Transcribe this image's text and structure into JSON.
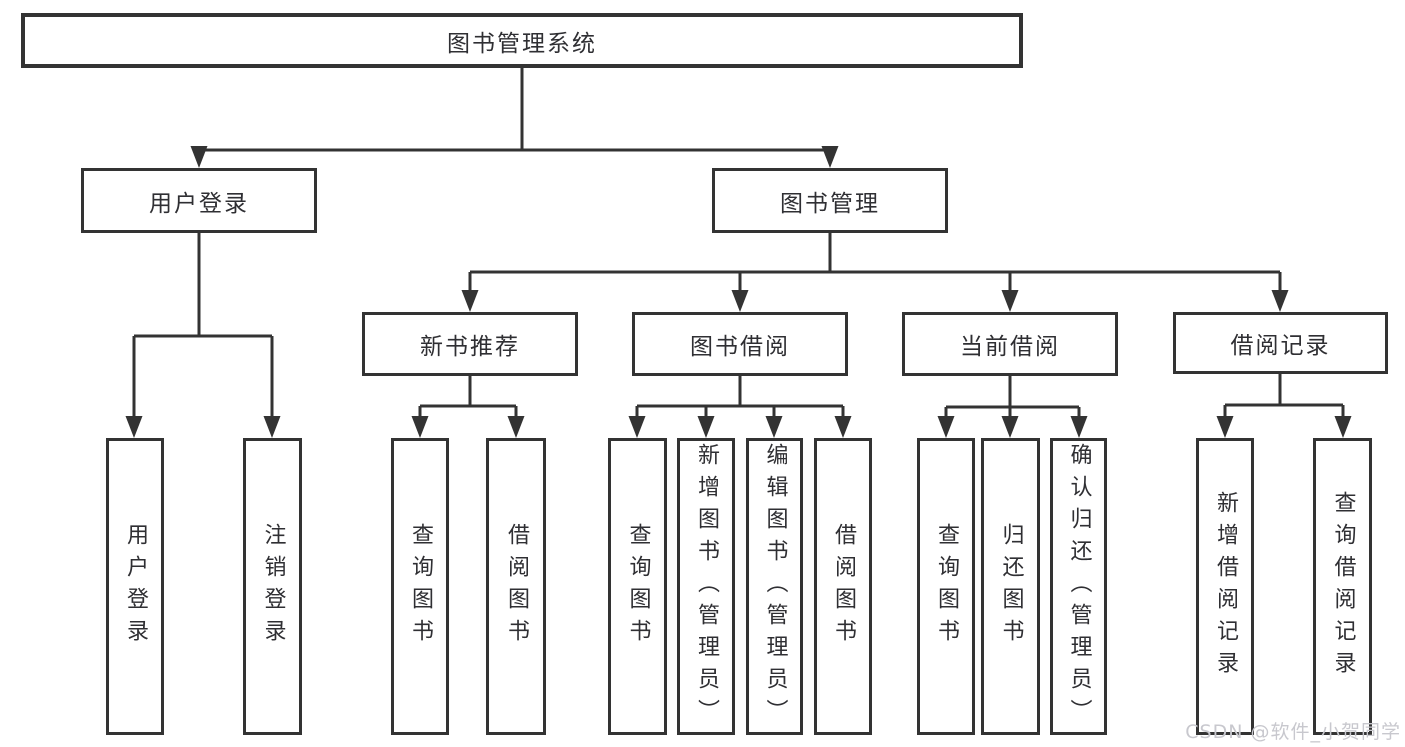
{
  "diagram": {
    "root": {
      "label": "图书管理系统"
    },
    "branches": {
      "user_login": {
        "label": "用户登录",
        "children": [
          {
            "label": "用户登录"
          },
          {
            "label": "注销登录"
          }
        ]
      },
      "book_management": {
        "label": "图书管理",
        "children": [
          {
            "label": "新书推荐",
            "children": [
              {
                "label": "查询图书"
              },
              {
                "label": "借阅图书"
              }
            ]
          },
          {
            "label": "图书借阅",
            "children": [
              {
                "label": "查询图书"
              },
              {
                "label": "新增图书（管理员）"
              },
              {
                "label": "编辑图书（管理员）"
              },
              {
                "label": "借阅图书"
              }
            ]
          },
          {
            "label": "当前借阅",
            "children": [
              {
                "label": "查询图书"
              },
              {
                "label": "归还图书"
              },
              {
                "label": "确认归还（管理员）"
              }
            ]
          },
          {
            "label": "借阅记录",
            "children": [
              {
                "label": "新增借阅记录"
              },
              {
                "label": "查询借阅记录"
              }
            ]
          }
        ]
      }
    }
  },
  "watermark": {
    "text": "CSDN @软件_小贺同学"
  },
  "colors": {
    "line": "#333333",
    "node_border": "#333333",
    "text": "#2f2f33",
    "watermark": "#c8c8ce",
    "background": "#ffffff"
  }
}
